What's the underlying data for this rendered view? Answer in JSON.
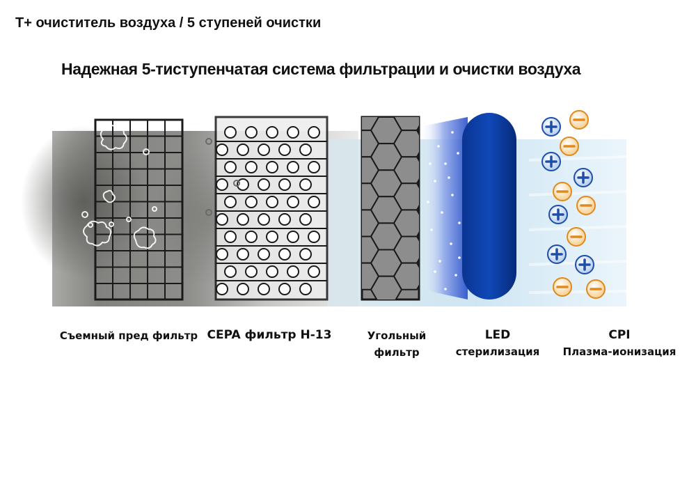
{
  "header": {
    "title": "T+ очиститель воздуха / 5 ступеней очистки",
    "subtitle": "Надежная 5-тиступенчатая система фильтрации и  очистки воздуха"
  },
  "stages": [
    {
      "name": "Съемный пред фильтр",
      "icon": "pre-filter-grid-icon"
    },
    {
      "name": "CEPA фильтр H-13",
      "icon": "cepa-filter-icon"
    },
    {
      "line1": "Угольный",
      "line2": "фильтр",
      "icon": "carbon-filter-hexagon-icon"
    },
    {
      "line1": "LED",
      "line2": "стерилизация",
      "icon": "led-lamp-icon"
    },
    {
      "line1": "CPI",
      "line2": "Плазма-ионизация",
      "icon": "ion-particles-icon"
    }
  ],
  "ion_signs": {
    "plus": "+",
    "minus": "−"
  },
  "colors": {
    "smoke": "#6f6f6c",
    "frame": "#1a1a1a",
    "carbon": "#8b8b8b",
    "led_blue": "#0b3c9c",
    "plus_ion": "#1f4ea8",
    "minus_ion": "#e08a1e",
    "airflow": "#cfe7f5"
  }
}
